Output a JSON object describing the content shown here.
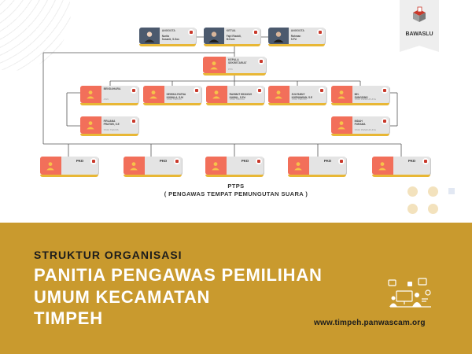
{
  "logo": {
    "text": "BAWASLU",
    "name": "bawaslu-logo-icon"
  },
  "top_row": [
    {
      "role": "ANGGOTA",
      "name": "Nurita\nSusanti, S.Sos",
      "sub": ""
    },
    {
      "role": "KETUA",
      "name": "Fajri Rizaldi,\nM.Kom",
      "sub": ""
    },
    {
      "role": "ANGGOTA",
      "name": "Rahman\nS.Pd",
      "sub": ""
    }
  ],
  "secretary": {
    "role": "KEPALA\nSEKRETARIAT",
    "name": "",
    "sub": "PPK"
  },
  "staff_row": [
    {
      "role": "BENDAHARA",
      "name": "",
      "sub": "ASN"
    },
    {
      "role": "",
      "name": "DEWIKA RATNA\nKUMALA, S.M",
      "sub": "STAF TEKNIS"
    },
    {
      "role": "",
      "name": "RAHMAT HIDAYAH\nKAMAL, S.Pd",
      "sub": "STAF TEKNIS"
    },
    {
      "role": "",
      "name": "ZULFANNY\nKURNIAWAN, S.E",
      "sub": "STAF TEKNIS"
    },
    {
      "role": "",
      "name": "MH.\nSUNGSING",
      "sub": "STAF PENDUKUNG"
    }
  ],
  "second_row": [
    {
      "role": "",
      "name": "FIRLIANA\nPRATIWI, S.E",
      "sub": "STAF TEKNIS"
    },
    {
      "role": "",
      "name": "INDAH\nPURAMA",
      "sub": "STAF PENDUKUNG"
    }
  ],
  "pkd_row": [
    {
      "role": "PKD"
    },
    {
      "role": "PKD"
    },
    {
      "role": "PKD"
    },
    {
      "role": "PKD"
    },
    {
      "role": "PKD"
    }
  ],
  "ptps": {
    "line1": "PTPS",
    "line2": "( PENGAWAS TEMPAT PEMUNGUTAN SUARA )"
  },
  "footer": {
    "subtitle": "STRUKTUR ORGANISASI",
    "title_line1": "PANITIA PENGAWAS PEMILIHAN",
    "title_line2": "UMUM KECAMATAN",
    "title_line3": "TIMPEH",
    "url": "www.timpeh.panwascam.org"
  },
  "colors": {
    "accent_orange": "#f26f5a",
    "accent_gold": "#c99a2e",
    "card_gray": "#e4e4e4",
    "bar_yellow": "#e8b735"
  }
}
